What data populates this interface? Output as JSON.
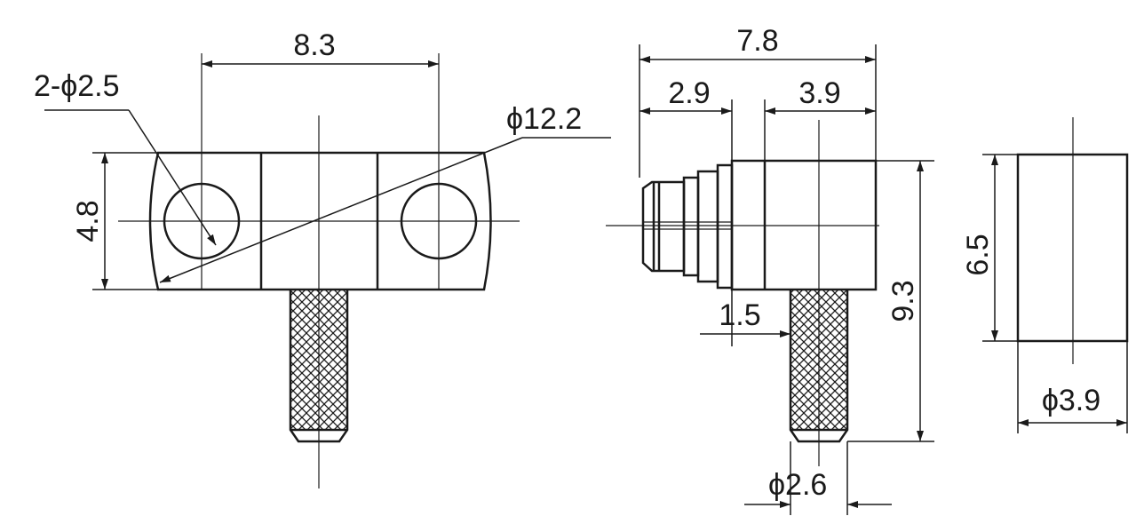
{
  "dimensions": {
    "front_hole_spacing": "8.3",
    "front_holes": "2-ϕ2.5",
    "front_diagonal": "ϕ12.2",
    "front_height": "4.8",
    "side_total_width": "7.8",
    "side_left_segment": "2.9",
    "side_right_segment": "3.9",
    "side_offset": "1.5",
    "side_height": "9.3",
    "side_pin_diameter": "ϕ2.6",
    "sleeve_height": "6.5",
    "sleeve_diameter": "ϕ3.9"
  }
}
